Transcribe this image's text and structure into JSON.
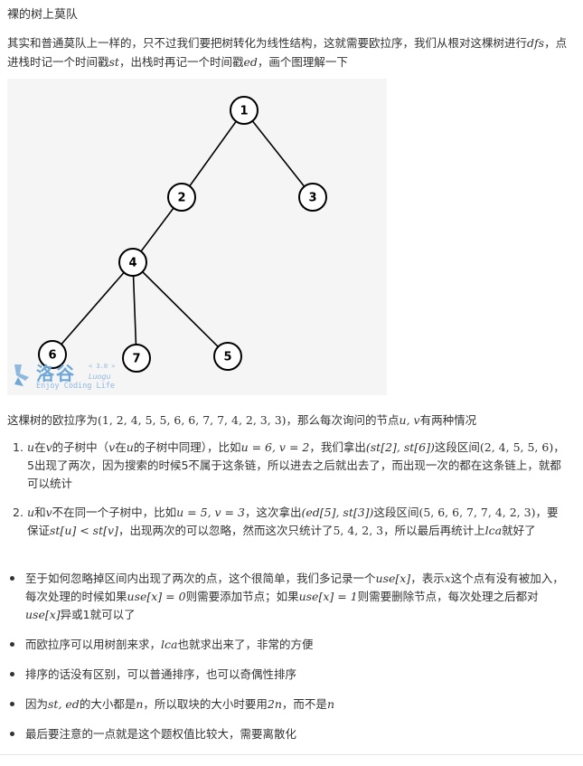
{
  "title": "裸的树上莫队",
  "intro": {
    "a": "其实和普通莫队上一样的，只不过我们要把树转化为线性结构，这就需要欧拉序，我们从根对这棵树进行",
    "dfs": "dfs",
    "b": "，点进栈时记一个时间戳",
    "st": "st",
    "c": "，出栈时再记一个时间戳",
    "ed": "ed",
    "d": "，画个图理解一下"
  },
  "tree": {
    "nodes": [
      {
        "id": "1",
        "label": "1"
      },
      {
        "id": "2",
        "label": "2"
      },
      {
        "id": "3",
        "label": "3"
      },
      {
        "id": "4",
        "label": "4"
      },
      {
        "id": "6",
        "label": "6"
      },
      {
        "id": "7",
        "label": "7"
      },
      {
        "id": "5",
        "label": "5"
      }
    ],
    "edges": [
      [
        "1",
        "2"
      ],
      [
        "1",
        "3"
      ],
      [
        "2",
        "4"
      ],
      [
        "4",
        "6"
      ],
      [
        "4",
        "7"
      ],
      [
        "4",
        "5"
      ]
    ]
  },
  "watermark": {
    "name": "洛谷",
    "version": "< 3.0 >",
    "sub": "Luogu",
    "slogan": "Enjoy Coding Life"
  },
  "euler": {
    "a": "这棵树的欧拉序为",
    "seq": "(1, 2, 4, 5, 5, 6, 6, 7, 7, 4, 2, 3, 3)",
    "b": "，那么每次询问的节点",
    "uv": "u, v",
    "c": "有两种情况"
  },
  "ol": [
    {
      "num": "1.",
      "p1": "u",
      "p2": "在",
      "p3": "v",
      "p4": "的子树中（",
      "p5": "v",
      "p6": "在",
      "p7": "u",
      "p8": "的子树中同理），比如",
      "p9": "u = 6, v = 2",
      "p10": "，我们拿出",
      "p11": "(st[2], st[6])",
      "p12": "这段区间",
      "p13": "(2, 4, 5, 5, 6)",
      "p14": "，5出现了两次，因为搜索的时候5不属于这条链，所以进去之后就出去了，而出现一次的都在这条链上，就都可以统计"
    },
    {
      "num": "2.",
      "p1": "u",
      "p2": "和",
      "p3": "v",
      "p4": "不在同一个子树中，比如",
      "p5": "u = 5, v = 3",
      "p6": "，这次拿出",
      "p7": "(ed[5], st[3])",
      "p8": "这段区间",
      "p9": "(5, 6, 6, 7, 7, 4, 2, 3)",
      "p10": "，要保证",
      "p11": "st[u] < st[v]",
      "p12": "，出现两次的可以忽略，然而这次只统计了",
      "p13": "5, 4, 2, 3",
      "p14": "，所以最后再统计上",
      "p15": "lca",
      "p16": "就好了"
    }
  ],
  "ul": [
    {
      "a": "至于如何忽略掉区间内出现了两次的点，这个很简单，我们多记录一个",
      "b": "use[x]",
      "c": "，表示",
      "d": "x",
      "e": "这个点有没有被加入，每次处理的时候如果",
      "f": "use[x] = 0",
      "g": "则需要添加节点；如果",
      "h": "use[x] = 1",
      "i": "则需要删除节点，每次处理之后都对",
      "j": "use[x]",
      "k": "异或1就可以了"
    },
    {
      "a": "而欧拉序可以用树剖来求，",
      "b": "lca",
      "c": "也就求出来了，非常的方便"
    },
    {
      "a": "排序的话没有区别，可以普通排序，也可以奇偶性排序"
    },
    {
      "a": "因为",
      "b": "st, ed",
      "c": "的大小都是",
      "d": "n",
      "e": "，所以取块的大小时要用",
      "f": "2n",
      "g": "，而不是",
      "h": "n"
    },
    {
      "a": "最后要注意的一点就是这个题权值比较大，需要离散化"
    }
  ]
}
